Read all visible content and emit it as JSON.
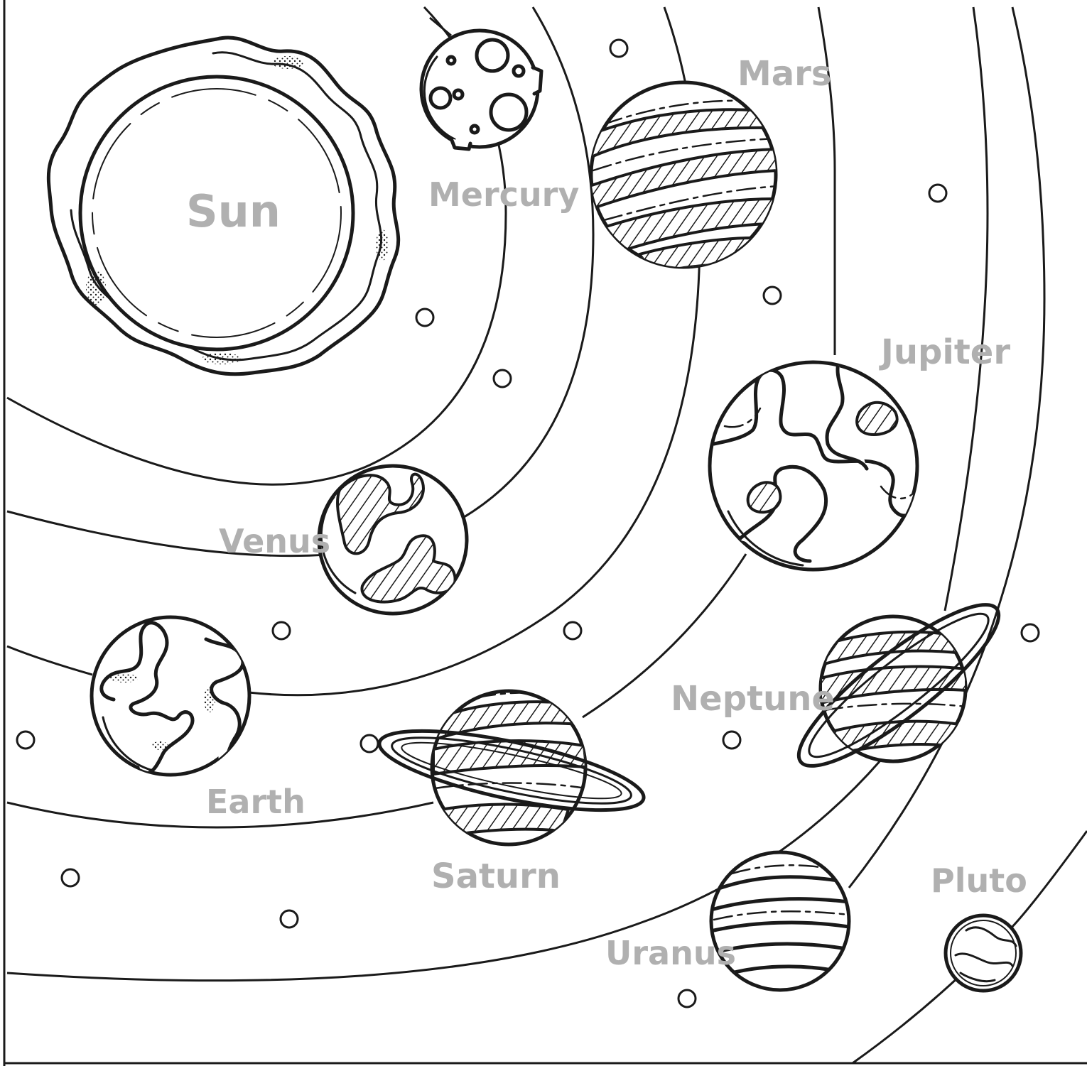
{
  "labels": {
    "sun": "Sun",
    "mercury": "Mercury",
    "venus": "Venus",
    "earth": "Earth",
    "mars": "Mars",
    "jupiter": "Jupiter",
    "saturn": "Saturn",
    "uranus": "Uranus",
    "neptune": "Neptune",
    "pluto": "Pluto"
  },
  "colors": {
    "line": "#1a1a1a",
    "label": "#b0b0b0",
    "background": "#ffffff"
  }
}
